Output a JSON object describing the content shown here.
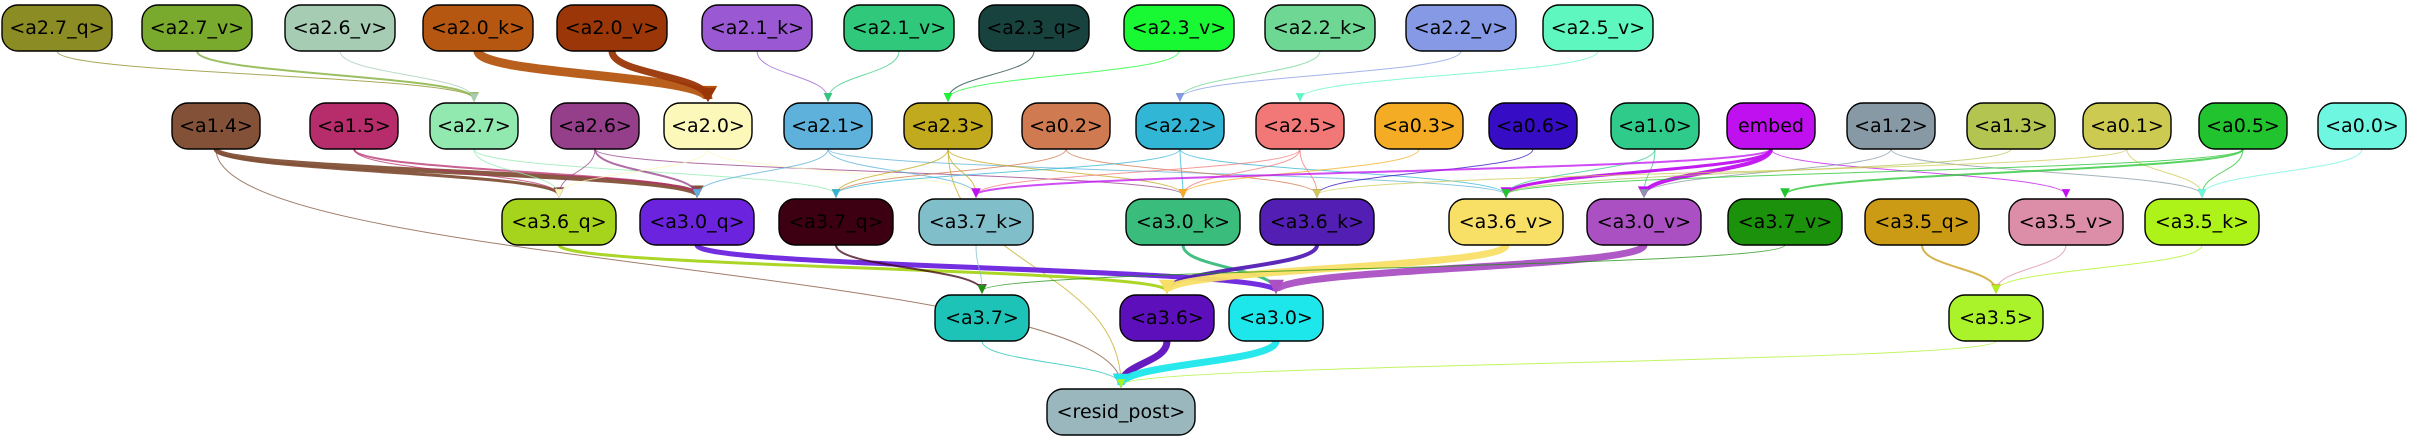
{
  "graph": {
    "nodes": [
      {
        "id": "a2_7_q",
        "label": "<a2.7_q>",
        "fill": "#8c8c24",
        "text": "#000000"
      },
      {
        "id": "a2_7_v",
        "label": "<a2.7_v>",
        "fill": "#79a92d",
        "text": "#000000"
      },
      {
        "id": "a2_6_v",
        "label": "<a2.6_v>",
        "fill": "#a6ccb4",
        "text": "#000000"
      },
      {
        "id": "a2_0_k",
        "label": "<a2.0_k>",
        "fill": "#b55611",
        "text": "#000000"
      },
      {
        "id": "a2_0_v",
        "label": "<a2.0_v>",
        "fill": "#9a3607",
        "text": "#000000"
      },
      {
        "id": "a2_1_k",
        "label": "<a2.1_k>",
        "fill": "#9a59d2",
        "text": "#000000"
      },
      {
        "id": "a2_1_v",
        "label": "<a2.1_v>",
        "fill": "#30c97c",
        "text": "#000000"
      },
      {
        "id": "a2_3_q",
        "label": "<a2.3_q>",
        "fill": "#18423e",
        "text": "#000000"
      },
      {
        "id": "a2_3_v",
        "label": "<a2.3_v>",
        "fill": "#18f933",
        "text": "#000000"
      },
      {
        "id": "a2_2_k",
        "label": "<a2.2_k>",
        "fill": "#6fd794",
        "text": "#000000"
      },
      {
        "id": "a2_2_v",
        "label": "<a2.2_v>",
        "fill": "#8599e4",
        "text": "#000000"
      },
      {
        "id": "a2_5_v",
        "label": "<a2.5_v>",
        "fill": "#5ff7c0",
        "text": "#000000"
      },
      {
        "id": "a1_4",
        "label": "<a1.4>",
        "fill": "#825138",
        "text": "#000000"
      },
      {
        "id": "a1_5",
        "label": "<a1.5>",
        "fill": "#b72d6b",
        "text": "#000000"
      },
      {
        "id": "a2_7",
        "label": "<a2.7>",
        "fill": "#92e9b0",
        "text": "#000000"
      },
      {
        "id": "a2_6",
        "label": "<a2.6>",
        "fill": "#953e8a",
        "text": "#000000"
      },
      {
        "id": "a2_0",
        "label": "<a2.0>",
        "fill": "#fbf8b9",
        "text": "#000000"
      },
      {
        "id": "a2_1",
        "label": "<a2.1>",
        "fill": "#5db1da",
        "text": "#000000"
      },
      {
        "id": "a2_3",
        "label": "<a2.3>",
        "fill": "#c2aa1e",
        "text": "#000000"
      },
      {
        "id": "a0_2",
        "label": "<a0.2>",
        "fill": "#cf7a50",
        "text": "#000000"
      },
      {
        "id": "a2_2",
        "label": "<a2.2>",
        "fill": "#31b6d6",
        "text": "#000000"
      },
      {
        "id": "a2_5",
        "label": "<a2.5>",
        "fill": "#f27777",
        "text": "#000000"
      },
      {
        "id": "a0_3",
        "label": "<a0.3>",
        "fill": "#f3ac23",
        "text": "#000000"
      },
      {
        "id": "a0_6",
        "label": "<a0.6>",
        "fill": "#360dc4",
        "text": "#000000"
      },
      {
        "id": "a1_0",
        "label": "<a1.0>",
        "fill": "#2fcb8a",
        "text": "#000000"
      },
      {
        "id": "embed",
        "label": "embed",
        "fill": "#c010f0",
        "text": "#000000"
      },
      {
        "id": "a1_2",
        "label": "<a1.2>",
        "fill": "#8799a5",
        "text": "#000000"
      },
      {
        "id": "a1_3",
        "label": "<a1.3>",
        "fill": "#b3c451",
        "text": "#000000"
      },
      {
        "id": "a0_1",
        "label": "<a0.1>",
        "fill": "#cdca52",
        "text": "#000000"
      },
      {
        "id": "a0_5",
        "label": "<a0.5>",
        "fill": "#21c42e",
        "text": "#000000"
      },
      {
        "id": "a0_0",
        "label": "<a0.0>",
        "fill": "#6ff6e0",
        "text": "#000000"
      },
      {
        "id": "a3_6_q",
        "label": "<a3.6_q>",
        "fill": "#a6d31b",
        "text": "#000000"
      },
      {
        "id": "a3_0_q",
        "label": "<a3.0_q>",
        "fill": "#6b23dd",
        "text": "#000000"
      },
      {
        "id": "a3_7_q",
        "label": "<a3.7_q>",
        "fill": "#3c0012",
        "text": "#000000"
      },
      {
        "id": "a3_7_k",
        "label": "<a3.7_k>",
        "fill": "#80bfca",
        "text": "#000000"
      },
      {
        "id": "a3_0_k",
        "label": "<a3.0_k>",
        "fill": "#3abc7d",
        "text": "#000000"
      },
      {
        "id": "a3_6_k",
        "label": "<a3.6_k>",
        "fill": "#531eb4",
        "text": "#000000"
      },
      {
        "id": "a3_6_v",
        "label": "<a3.6_v>",
        "fill": "#f8df66",
        "text": "#000000"
      },
      {
        "id": "a3_0_v",
        "label": "<a3.0_v>",
        "fill": "#aa50c2",
        "text": "#000000"
      },
      {
        "id": "a3_7_v",
        "label": "<a3.7_v>",
        "fill": "#1c920c",
        "text": "#000000"
      },
      {
        "id": "a3_5_q",
        "label": "<a3.5_q>",
        "fill": "#cb9b15",
        "text": "#000000"
      },
      {
        "id": "a3_5_v",
        "label": "<a3.5_v>",
        "fill": "#dc8ea9",
        "text": "#000000"
      },
      {
        "id": "a3_5_k",
        "label": "<a3.5_k>",
        "fill": "#adf219",
        "text": "#000000"
      },
      {
        "id": "a3_7",
        "label": "<a3.7>",
        "fill": "#1cc3b6",
        "text": "#000000"
      },
      {
        "id": "a3_6",
        "label": "<a3.6>",
        "fill": "#5d0fbc",
        "text": "#000000"
      },
      {
        "id": "a3_0",
        "label": "<a3.0>",
        "fill": "#1ee7eb",
        "text": "#000000"
      },
      {
        "id": "a3_5",
        "label": "<a3.5>",
        "fill": "#aaf32b",
        "text": "#000000"
      },
      {
        "id": "resid_post",
        "label": "<resid_post>",
        "fill": "#9ab7be",
        "text": "#000000"
      }
    ],
    "edges": [
      {
        "from": "a2_7_q",
        "to": "a2_7",
        "color": "#8c8c24",
        "weight": 1
      },
      {
        "from": "a2_7_v",
        "to": "a2_7",
        "color": "#79a92d",
        "weight": 2
      },
      {
        "from": "a2_6_v",
        "to": "a2_7",
        "color": "#a6ccb4",
        "weight": 1
      },
      {
        "from": "a2_0_k",
        "to": "a2_0",
        "color": "#b55611",
        "weight": 9
      },
      {
        "from": "a2_0_v",
        "to": "a2_0",
        "color": "#9a3607",
        "weight": 7
      },
      {
        "from": "a2_1_k",
        "to": "a2_1",
        "color": "#9a59d2",
        "weight": 1
      },
      {
        "from": "a2_1_v",
        "to": "a2_1",
        "color": "#30c97c",
        "weight": 1
      },
      {
        "from": "a2_3_q",
        "to": "a2_3",
        "color": "#18423e",
        "weight": 1
      },
      {
        "from": "a2_3_v",
        "to": "a2_3",
        "color": "#18f933",
        "weight": 1
      },
      {
        "from": "a2_2_k",
        "to": "a2_2",
        "color": "#6fd794",
        "weight": 1
      },
      {
        "from": "a2_2_v",
        "to": "a2_2",
        "color": "#8599e4",
        "weight": 1
      },
      {
        "from": "a2_5_v",
        "to": "a2_5",
        "color": "#5ff7c0",
        "weight": 1
      },
      {
        "from": "a1_4",
        "to": "a3_6_q",
        "color": "#825138",
        "weight": 3
      },
      {
        "from": "a1_4",
        "to": "a3_0_q",
        "color": "#825138",
        "weight": 5
      },
      {
        "from": "a1_4",
        "to": "resid_post",
        "color": "#825138",
        "weight": 1
      },
      {
        "from": "a1_5",
        "to": "a3_6_q",
        "color": "#b72d6b",
        "weight": 1
      },
      {
        "from": "a1_5",
        "to": "a3_0_q",
        "color": "#b72d6b",
        "weight": 2
      },
      {
        "from": "a2_7",
        "to": "a3_6_q",
        "color": "#92e9b0",
        "weight": 1
      },
      {
        "from": "a2_7",
        "to": "a3_7_q",
        "color": "#92e9b0",
        "weight": 1
      },
      {
        "from": "a2_6",
        "to": "a3_6_q",
        "color": "#953e8a",
        "weight": 1
      },
      {
        "from": "a2_6",
        "to": "a3_0_q",
        "color": "#953e8a",
        "weight": 2
      },
      {
        "from": "a2_6",
        "to": "a3_0_k",
        "color": "#953e8a",
        "weight": 1
      },
      {
        "from": "a2_0",
        "to": "a3_6_q",
        "color": "#fbf8b9",
        "weight": 1
      },
      {
        "from": "a2_0",
        "to": "a3_7_k",
        "color": "#fbf8b9",
        "weight": 1
      },
      {
        "from": "a2_1",
        "to": "a3_0_q",
        "color": "#5db1da",
        "weight": 1
      },
      {
        "from": "a2_1",
        "to": "a3_7_k",
        "color": "#5db1da",
        "weight": 1
      },
      {
        "from": "a2_1",
        "to": "a3_6_v",
        "color": "#5db1da",
        "weight": 1
      },
      {
        "from": "a2_3",
        "to": "a3_7_q",
        "color": "#c2aa1e",
        "weight": 1
      },
      {
        "from": "a2_3",
        "to": "a3_7_k",
        "color": "#c2aa1e",
        "weight": 1
      },
      {
        "from": "a2_3",
        "to": "a3_0_k",
        "color": "#c2aa1e",
        "weight": 1
      },
      {
        "from": "a2_3",
        "to": "resid_post",
        "color": "#c2aa1e",
        "weight": 1
      },
      {
        "from": "a0_2",
        "to": "a3_7_q",
        "color": "#cf7a50",
        "weight": 1
      },
      {
        "from": "a0_2",
        "to": "a3_6_k",
        "color": "#cf7a50",
        "weight": 1
      },
      {
        "from": "a2_2",
        "to": "a3_7_q",
        "color": "#31b6d6",
        "weight": 1
      },
      {
        "from": "a2_2",
        "to": "a3_0_k",
        "color": "#31b6d6",
        "weight": 1
      },
      {
        "from": "a2_2",
        "to": "a3_6_v",
        "color": "#31b6d6",
        "weight": 1
      },
      {
        "from": "a2_5",
        "to": "a3_7_k",
        "color": "#f27777",
        "weight": 1
      },
      {
        "from": "a2_5",
        "to": "a3_0_k",
        "color": "#f27777",
        "weight": 1
      },
      {
        "from": "a2_5",
        "to": "a3_6_k",
        "color": "#f27777",
        "weight": 1
      },
      {
        "from": "a0_3",
        "to": "a3_0_k",
        "color": "#f3ac23",
        "weight": 1
      },
      {
        "from": "a0_6",
        "to": "a3_6_k",
        "color": "#360dc4",
        "weight": 1
      },
      {
        "from": "a1_0",
        "to": "a3_6_v",
        "color": "#2fcb8a",
        "weight": 1
      },
      {
        "from": "a1_0",
        "to": "a3_0_v",
        "color": "#2fcb8a",
        "weight": 1
      },
      {
        "from": "embed",
        "to": "a3_6_v",
        "color": "#c010f0",
        "weight": 3
      },
      {
        "from": "embed",
        "to": "a3_0_v",
        "color": "#c010f0",
        "weight": 4
      },
      {
        "from": "embed",
        "to": "a3_5_v",
        "color": "#c010f0",
        "weight": 1
      },
      {
        "from": "embed",
        "to": "a3_7_k",
        "color": "#c010f0",
        "weight": 2
      },
      {
        "from": "a1_2",
        "to": "a3_0_v",
        "color": "#8799a5",
        "weight": 1
      },
      {
        "from": "a1_2",
        "to": "a3_5_k",
        "color": "#8799a5",
        "weight": 1
      },
      {
        "from": "a1_3",
        "to": "a3_6_v",
        "color": "#b3c451",
        "weight": 1
      },
      {
        "from": "a0_1",
        "to": "a3_5_k",
        "color": "#cdca52",
        "weight": 1
      },
      {
        "from": "a0_1",
        "to": "a3_6_k",
        "color": "#cdca52",
        "weight": 1
      },
      {
        "from": "a0_5",
        "to": "a3_7_v",
        "color": "#21c42e",
        "weight": 2
      },
      {
        "from": "a0_5",
        "to": "a3_6_v",
        "color": "#21c42e",
        "weight": 1
      },
      {
        "from": "a0_5",
        "to": "a3_5_k",
        "color": "#21c42e",
        "weight": 1
      },
      {
        "from": "a0_0",
        "to": "a3_5_k",
        "color": "#6ff6e0",
        "weight": 1
      },
      {
        "from": "a3_6_q",
        "to": "a3_6",
        "color": "#a6d31b",
        "weight": 3
      },
      {
        "from": "a3_0_q",
        "to": "a3_0",
        "color": "#6b23dd",
        "weight": 5
      },
      {
        "from": "a3_7_q",
        "to": "a3_7",
        "color": "#3c0012",
        "weight": 2
      },
      {
        "from": "a3_7_k",
        "to": "a3_7",
        "color": "#80bfca",
        "weight": 1
      },
      {
        "from": "a3_0_k",
        "to": "a3_0",
        "color": "#3abc7d",
        "weight": 3
      },
      {
        "from": "a3_6_k",
        "to": "a3_6",
        "color": "#531eb4",
        "weight": 4
      },
      {
        "from": "a3_6_v",
        "to": "a3_6",
        "color": "#f8df66",
        "weight": 7
      },
      {
        "from": "a3_0_v",
        "to": "a3_0",
        "color": "#aa50c2",
        "weight": 7
      },
      {
        "from": "a3_7_v",
        "to": "a3_7",
        "color": "#1c920c",
        "weight": 1
      },
      {
        "from": "a3_5_q",
        "to": "a3_5",
        "color": "#cb9b15",
        "weight": 2
      },
      {
        "from": "a3_5_v",
        "to": "a3_5",
        "color": "#dc8ea9",
        "weight": 1
      },
      {
        "from": "a3_5_k",
        "to": "a3_5",
        "color": "#adf219",
        "weight": 1
      },
      {
        "from": "a3_7",
        "to": "resid_post",
        "color": "#1cc3b6",
        "weight": 1
      },
      {
        "from": "a3_6",
        "to": "resid_post",
        "color": "#5d0fbc",
        "weight": 7
      },
      {
        "from": "a3_0",
        "to": "resid_post",
        "color": "#1ee7eb",
        "weight": 7
      },
      {
        "from": "a3_5",
        "to": "resid_post",
        "color": "#aaf32b",
        "weight": 1
      }
    ]
  }
}
